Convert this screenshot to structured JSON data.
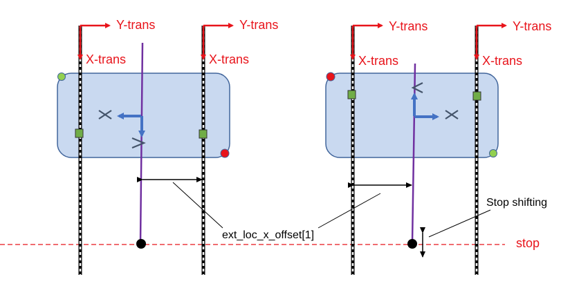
{
  "labels": {
    "y_trans": "Y-trans",
    "x_trans": "X-trans",
    "offset": "ext_loc_x_offset[1]",
    "stop_shifting": "Stop shifting",
    "stop": "stop"
  },
  "colors": {
    "red": "#e8141b",
    "box_fill": "#c9d9f0",
    "box_stroke": "#41659b",
    "purple": "#7030a0",
    "blue_arrow": "#4472c4",
    "green_sq": "#70ad47",
    "green_circ": "#92d050",
    "red_circ": "#e8141b",
    "marker_gray": "#44546a"
  }
}
